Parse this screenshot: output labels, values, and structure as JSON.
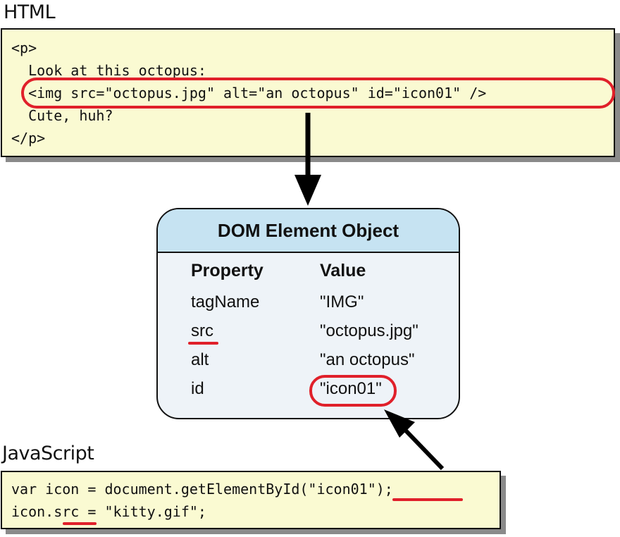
{
  "html_section": {
    "label": "HTML",
    "lines": [
      "<p>",
      "  Look at this octopus:",
      "  <img src=\"octopus.jpg\" alt=\"an octopus\" id=\"icon01\" />",
      "  Cute, huh?",
      "</p>"
    ]
  },
  "dom_object": {
    "title": "DOM Element Object",
    "property_header": "Property",
    "value_header": "Value",
    "rows": [
      {
        "property": "tagName",
        "value": "\"IMG\""
      },
      {
        "property": "src",
        "value": "\"octopus.jpg\""
      },
      {
        "property": "alt",
        "value": "\"an octopus\""
      },
      {
        "property": "id",
        "value": "\"icon01\""
      }
    ]
  },
  "js_section": {
    "label": "JavaScript",
    "lines": [
      "var icon = document.getElementById(\"icon01\");",
      "icon.src = \"kitty.gif\";"
    ]
  },
  "colors": {
    "code_background": "#fafad2",
    "dom_header": "#c6e3f2",
    "dom_body": "#eef3f8",
    "highlight_red": "#e0202a"
  }
}
